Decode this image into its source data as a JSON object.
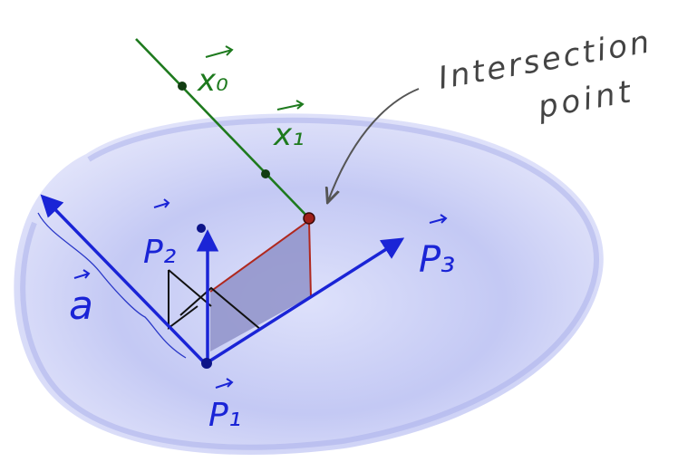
{
  "labels": {
    "x0": "x₀",
    "x1": "x₁",
    "p1": "P₁",
    "p2": "P₂",
    "p3": "P₃",
    "a": "a",
    "intersection_line1": "Intersection",
    "intersection_line2": "point"
  },
  "colors": {
    "plane": "#9aa2e6",
    "blue": "#1a24d6",
    "green": "#1e7a1e",
    "red": "#b0281e",
    "black": "#111111",
    "gray": "#555555",
    "patch": "#8f92c9"
  }
}
